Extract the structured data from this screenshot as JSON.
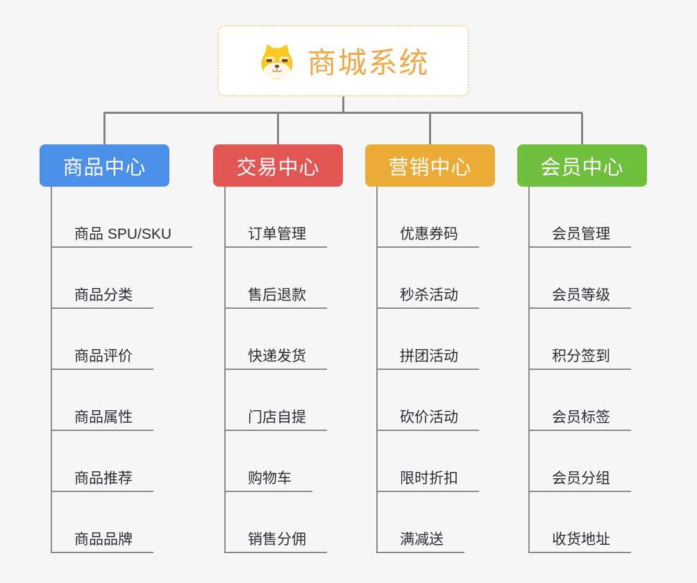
{
  "root": {
    "title": "商城系统",
    "icon": "shiba-dog-icon"
  },
  "branches": [
    {
      "title": "商品中心",
      "color": "#4B90E8",
      "items": [
        "商品 SPU/SKU",
        "商品分类",
        "商品评价",
        "商品属性",
        "商品推荐",
        "商品品牌"
      ]
    },
    {
      "title": "交易中心",
      "color": "#E25754",
      "items": [
        "订单管理",
        "售后退款",
        "快递发货",
        "门店自提",
        "购物车",
        "销售分佣"
      ]
    },
    {
      "title": "营销中心",
      "color": "#EBAB37",
      "items": [
        "优惠券码",
        "秒杀活动",
        "拼团活动",
        "砍价活动",
        "限时折扣",
        "满减送"
      ]
    },
    {
      "title": "会员中心",
      "color": "#70C040",
      "items": [
        "会员管理",
        "会员等级",
        "积分签到",
        "会员标签",
        "会员分组",
        "收货地址"
      ]
    }
  ],
  "colors": {
    "connector": "#848484",
    "underline": "#8A8A8A",
    "item-text": "#2B2D33",
    "root-accent": "#F0A848",
    "root-border": "#F7CD8A",
    "canvas-bg": "#F6F6F7"
  }
}
